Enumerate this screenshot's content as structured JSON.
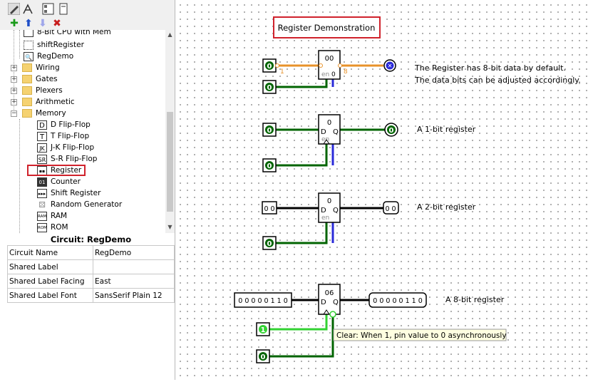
{
  "toolbar": {
    "tools": [
      "edit-icon",
      "wiring-icon",
      "layout-icon",
      "appearance-icon"
    ],
    "actions": [
      "add-icon",
      "move-up-icon",
      "move-down-icon",
      "delete-icon"
    ]
  },
  "tree": {
    "items": [
      {
        "label": "8-Bit CPU with Mem"
      },
      {
        "label": "shiftRegister"
      },
      {
        "label": "RegDemo"
      },
      {
        "label": "Wiring"
      },
      {
        "label": "Gates"
      },
      {
        "label": "Plexers"
      },
      {
        "label": "Arithmetic"
      },
      {
        "label": "Memory"
      },
      {
        "label": "D Flip-Flop",
        "icon": "D"
      },
      {
        "label": "T Flip-Flop",
        "icon": "T"
      },
      {
        "label": "J-K Flip-Flop",
        "icon": "JK"
      },
      {
        "label": "S-R Flip-Flop",
        "icon": "SR"
      },
      {
        "label": "Register",
        "icon": "reg"
      },
      {
        "label": "Counter",
        "icon": "cnt"
      },
      {
        "label": "Shift Register",
        "icon": "sh"
      },
      {
        "label": "Random Generator",
        "icon": "rnd"
      },
      {
        "label": "RAM",
        "icon": "RAM"
      },
      {
        "label": "ROM",
        "icon": "ROM"
      }
    ]
  },
  "props": {
    "title": "Circuit: RegDemo",
    "rows": [
      {
        "key": "Circuit Name",
        "value": "RegDemo"
      },
      {
        "key": "Shared Label",
        "value": ""
      },
      {
        "key": "Shared Label Facing",
        "value": "East"
      },
      {
        "key": "Shared Label Font",
        "value": "SansSerif Plain 12"
      }
    ]
  },
  "canvas": {
    "title": "Register Demonstration",
    "note1": "The Register has 8-bit data by default.",
    "note2": "The data bits can be adjusted accordingly.",
    "label_1bit": "A 1-bit register",
    "label_2bit": "A 2-bit register",
    "label_8bit": "A 8-bit register",
    "tooltip": "Clear: When 1, pin value to 0 asynchronously",
    "reg1_value": "00",
    "reg2_value": "0",
    "reg3_value": "0",
    "reg4_value": "06",
    "pin_d": "D",
    "pin_q": "Q",
    "pin_en": "en",
    "pin_zero": "0",
    "bitwidth_in": "1",
    "bitwidth_out": "8",
    "in1_val": "0",
    "in2_val": "0",
    "in3_val": "0",
    "in4_val": "0",
    "in5_val": "0 0",
    "in6_val": "0",
    "out2_val": "0",
    "out3_val": "0 0",
    "in7_val": "0 0 0 0 0 1 1 0",
    "out4_val": "0 0 0 0 0 1 1 0",
    "in8_val": "1",
    "in9_val": "0",
    "colors": {
      "orange": "#e8922a",
      "dark_green": "#006400",
      "bright_green": "#32d232",
      "blue": "#2a2ad8",
      "highlight_red": "#d0222c"
    }
  }
}
